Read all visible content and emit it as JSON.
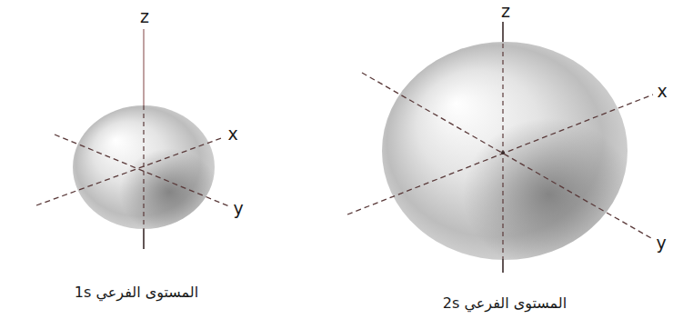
{
  "diagram": {
    "labels": [
      "z",
      "x",
      "y",
      "المستوى الفرعي 1s",
      "z",
      "x",
      "y",
      "المستوى الفرعي 2s"
    ]
  }
}
